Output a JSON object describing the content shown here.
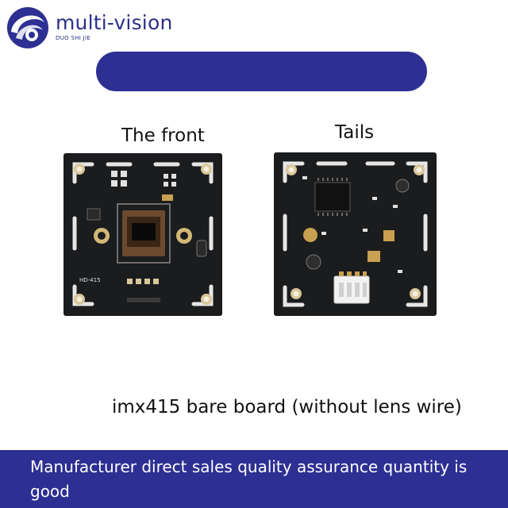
{
  "brand": {
    "name": "multi-vision",
    "sub": "DUO SHI JIE",
    "logo_icon": "swirl-logo-icon",
    "color": "#2d2f86"
  },
  "banner": {
    "color": "#2d2f93"
  },
  "captions": {
    "front": "The front",
    "back": "Tails"
  },
  "boards": {
    "front_label": "HD-415"
  },
  "product_title": "imx415 bare board (without lens wire)",
  "footer": {
    "text": "Manufacturer direct sales quality assurance quantity is good",
    "color": "#2d2f93"
  }
}
